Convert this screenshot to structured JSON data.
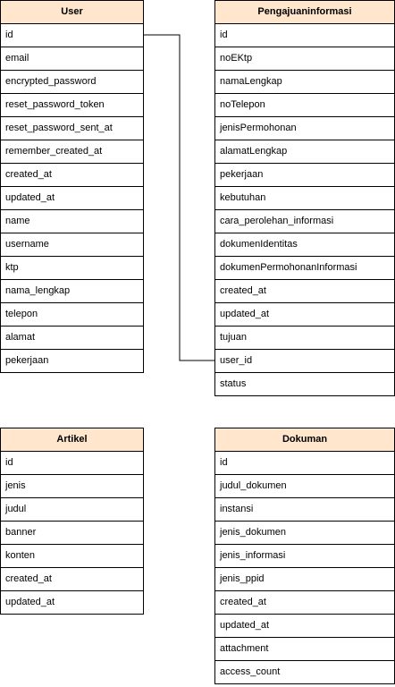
{
  "tables": {
    "user": {
      "title": "User",
      "rows": [
        "id",
        "email",
        "encrypted_password",
        "reset_password_token",
        "reset_password_sent_at",
        "remember_created_at",
        "created_at",
        "updated_at",
        "name",
        "username",
        "ktp",
        "nama_lengkap",
        "telepon",
        "alamat",
        "pekerjaan"
      ]
    },
    "pengajuan": {
      "title": "Pengajuaninformasi",
      "rows": [
        "id",
        "noEKtp",
        "namaLengkap",
        "noTelepon",
        "jenisPermohonan",
        "alamatLengkap",
        "pekerjaan",
        "kebutuhan",
        "cara_perolehan_informasi",
        "dokumenIdentitas",
        "dokumenPermohonanInformasi",
        "created_at",
        "updated_at",
        "tujuan",
        "user_id",
        "status"
      ]
    },
    "artikel": {
      "title": "Artikel",
      "rows": [
        "id",
        "jenis",
        "judul",
        "banner",
        "konten",
        "created_at",
        "updated_at"
      ]
    },
    "dokuman": {
      "title": "Dokuman",
      "rows": [
        "id",
        "judul_dokumen",
        "instansi",
        "jenis_dokumen",
        "jenis_informasi",
        "jenis_ppid",
        "created_at",
        "updated_at",
        "attachment",
        "access_count"
      ]
    }
  }
}
